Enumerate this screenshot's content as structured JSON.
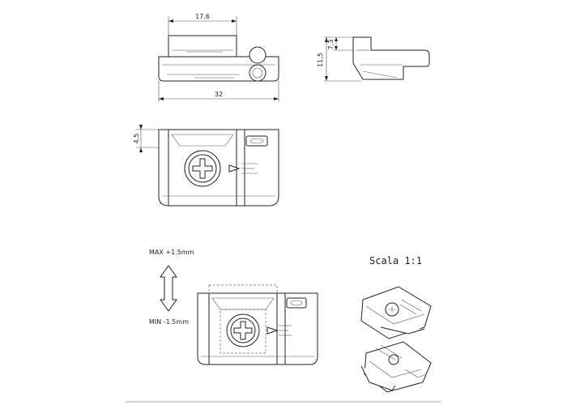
{
  "dimensions": {
    "top_width": "17,6",
    "total_width": "32",
    "side_height_total": "11,5",
    "side_height_upper": "7,3",
    "front_offset": "4,5"
  },
  "adjustment": {
    "max_label": "MAX +1.5mm",
    "min_label": "MIN -1.5mm"
  },
  "scale_label": "Scala 1:1"
}
